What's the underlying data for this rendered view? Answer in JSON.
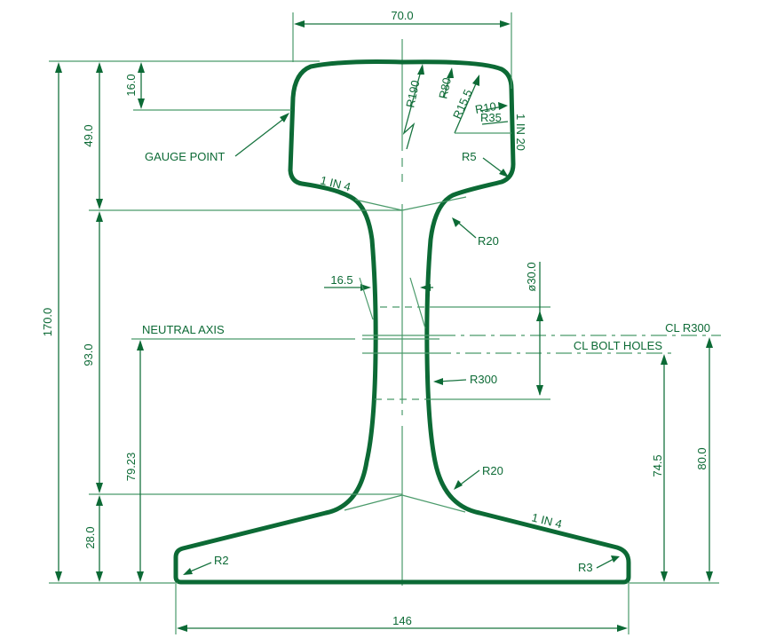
{
  "title": "Rail cross-section profile drawing",
  "colors": {
    "primary": "#0c6a35",
    "line": "#4a9a6a"
  },
  "dimensions": {
    "head_width": "70.0",
    "base_width": "146",
    "total_height": "170.0",
    "head_depth": "49.0",
    "gauge_depth": "16.0",
    "web_height": "93.0",
    "foot_height": "28.0",
    "neutral_axis_height": "79.23",
    "web_thickness": "16.5",
    "bolt_hole_diameter": "ø30.0",
    "bolt_holes_height": "74.5",
    "r300_height": "80.0"
  },
  "radii": {
    "r190": "R190",
    "r80": "R80",
    "r15_5": "R15.5",
    "r10": "R10",
    "r35": "R35",
    "r5": "R5",
    "r20_top": "R20",
    "r300": "R300",
    "r20_bottom": "R20",
    "r2": "R2",
    "r3": "R3"
  },
  "slopes": {
    "head_side": "1 IN 20",
    "head_underside": "1 IN 4",
    "foot_top": "1 IN 4"
  },
  "labels": {
    "gauge_point": "GAUGE POINT",
    "neutral_axis": "NEUTRAL AXIS",
    "cl_r300": "CL R300",
    "cl_bolt_holes": "CL BOLT HOLES"
  }
}
